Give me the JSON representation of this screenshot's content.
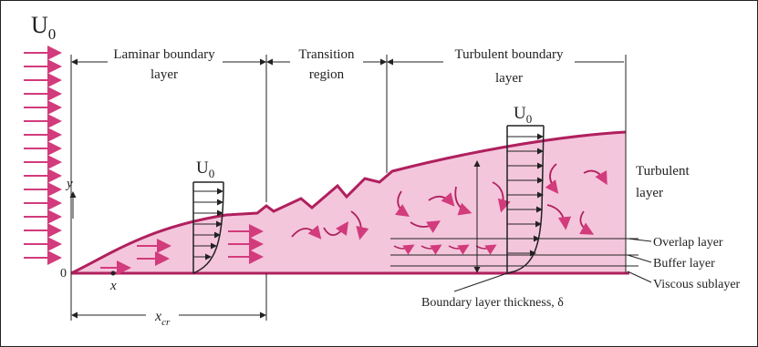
{
  "freestream": {
    "label": "U",
    "subscript": "0"
  },
  "regions": {
    "laminar": {
      "line1": "Laminar boundary",
      "line2": "layer"
    },
    "transition": {
      "line1": "Transition",
      "line2": "region"
    },
    "turbulent": {
      "line1": "Turbulent boundary",
      "line2": "layer"
    }
  },
  "profile_laminar": {
    "label": "U",
    "subscript": "0"
  },
  "profile_turbulent": {
    "label": "U",
    "subscript": "0"
  },
  "axis": {
    "y": "y",
    "origin": "0",
    "x": "x",
    "xcr": "x",
    "xcr_sub": "cr"
  },
  "layers": {
    "turbulent_layer_1": "Turbulent",
    "turbulent_layer_2": "layer",
    "overlap": "Overlap layer",
    "buffer": "Buffer layer",
    "viscous": "Viscous sublayer"
  },
  "thickness_label": "Boundary layer thickness, δ",
  "colors": {
    "fill": "#f4c6dc",
    "edge": "#b0205e",
    "arrow": "#d23b7c",
    "ink": "#222222"
  }
}
